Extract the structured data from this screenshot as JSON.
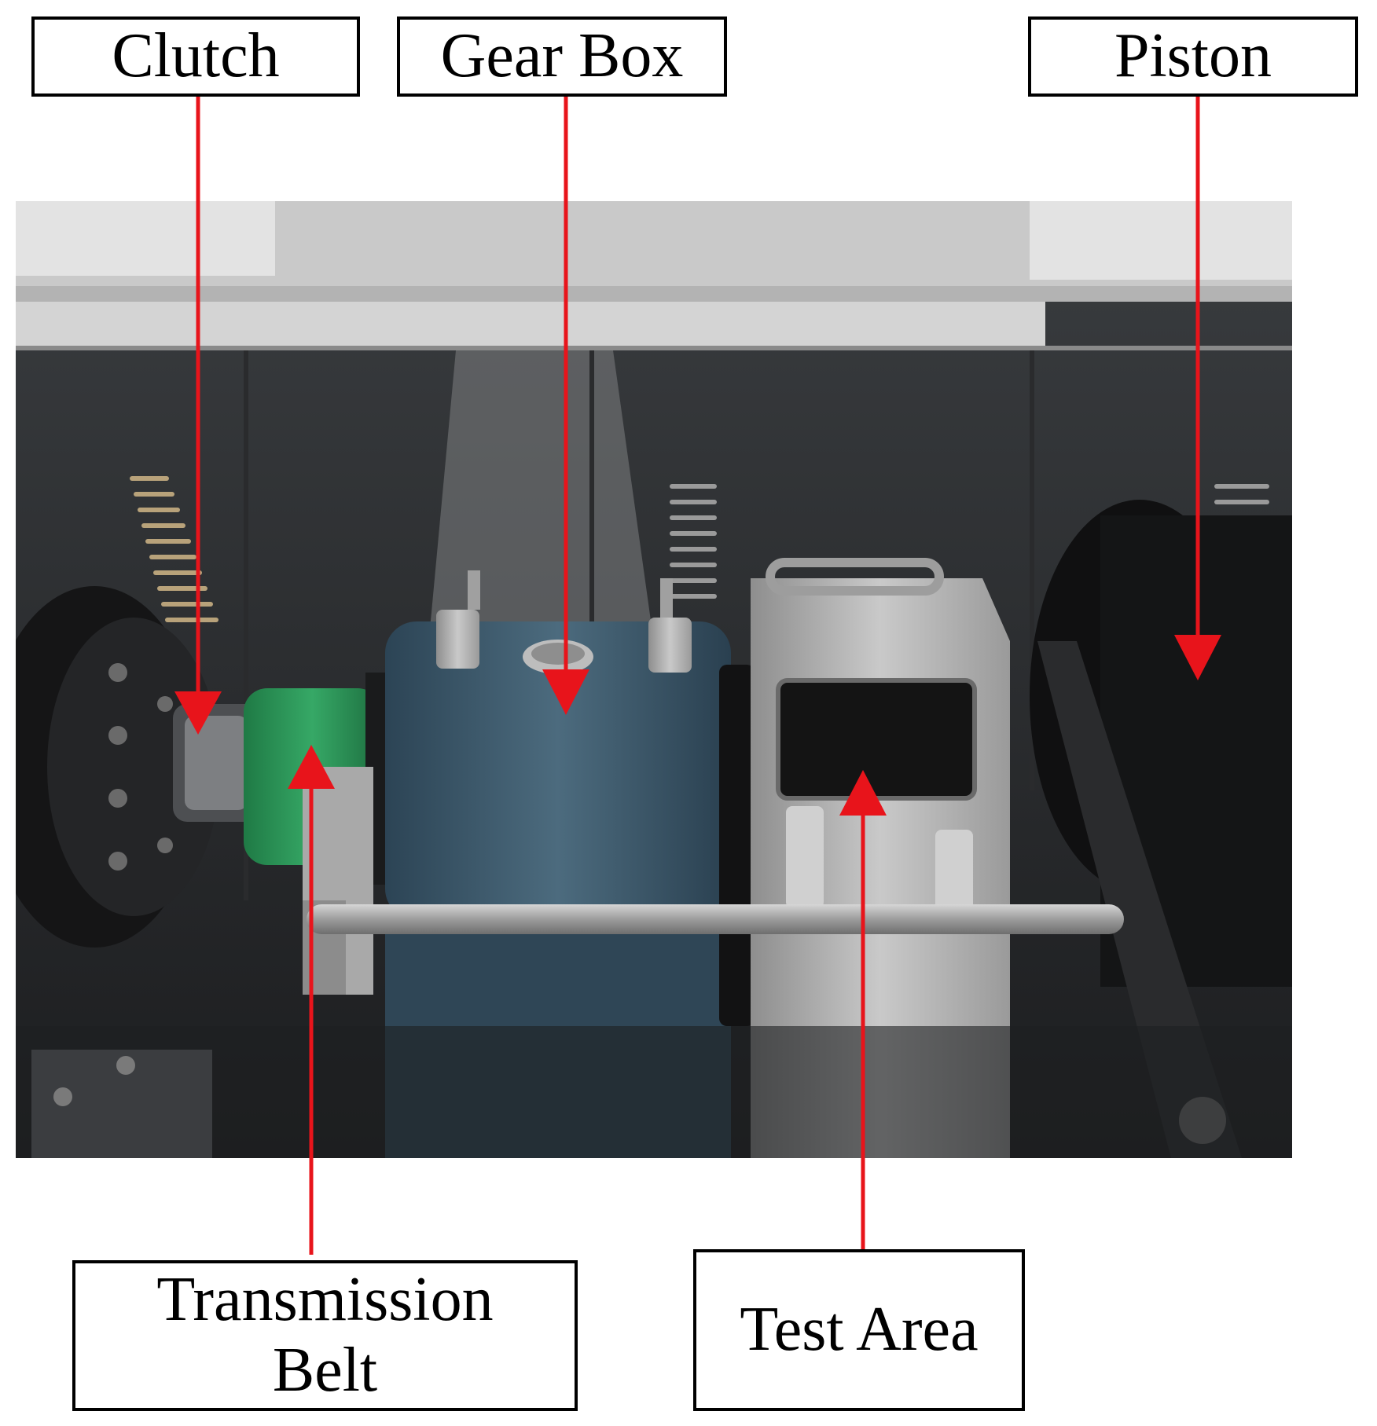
{
  "labels": {
    "clutch": "Clutch",
    "gear_box": "Gear Box",
    "piston": "Piston",
    "transmission_belt_line1": "Transmission",
    "transmission_belt_line2": "Belt",
    "test_area": "Test Area"
  },
  "colors": {
    "arrow": "#e8141b",
    "box_border": "#000000",
    "belt": "#2f9a5c",
    "gearbox_housing": "#3d5a6c",
    "test_cover": "#b9b9b9"
  }
}
